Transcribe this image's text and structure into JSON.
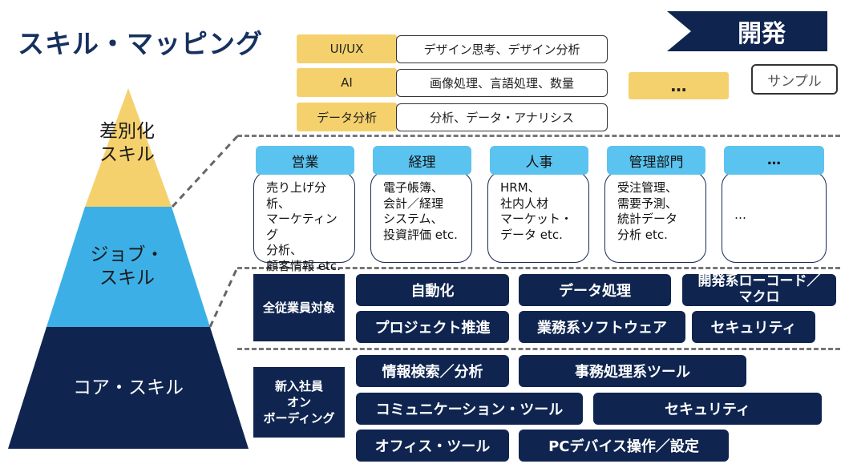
{
  "title": "スキル・マッピング",
  "pyramid": {
    "top": "差別化\nスキル",
    "middle": "ジョブ・\nスキル",
    "bottom": "コア・スキル"
  },
  "header_banner": "開発",
  "sample_label": "サンプル",
  "differentiation": {
    "rows": [
      {
        "tag": "UI/UX",
        "desc": "デザイン思考、デザイン分析"
      },
      {
        "tag": "AI",
        "desc": "画像処理、言語処理、数量"
      },
      {
        "tag": "データ分析",
        "desc": "分析、データ・アナリシス"
      }
    ],
    "more": "…"
  },
  "departments": [
    {
      "name": "営業",
      "body": "売り上げ分析、\nマーケティング\n分析、\n顧客情報 etc."
    },
    {
      "name": "経理",
      "body": "電子帳簿、\n会計／経理\nシステム、\n投資評価 etc."
    },
    {
      "name": "人事",
      "body": "HRM、\n社内人材\nマーケット・\nデータ etc."
    },
    {
      "name": "管理部門",
      "body": "受注管理、\n需要予測、\n統計データ\n分析 etc."
    },
    {
      "name": "…",
      "body": "…"
    }
  ],
  "all_employees": {
    "label": "全従業員対象",
    "items": [
      "自動化",
      "データ処理",
      "開発系ローコード／\nマクロ",
      "プロジェクト推進",
      "業務系ソフトウェア",
      "セキュリティ"
    ]
  },
  "onboarding": {
    "label": "新入社員\nオン\nボーディング",
    "items": [
      "情報検索／分析",
      "事務処理系ツール",
      "コミュニケーション・ツール",
      "セキュリティ",
      "オフィス・ツール",
      "PCデバイス操作／設定"
    ]
  },
  "colors": {
    "navy": "#0f2550",
    "light_blue": "#5bc3ef",
    "yellow": "#f5d16e"
  }
}
